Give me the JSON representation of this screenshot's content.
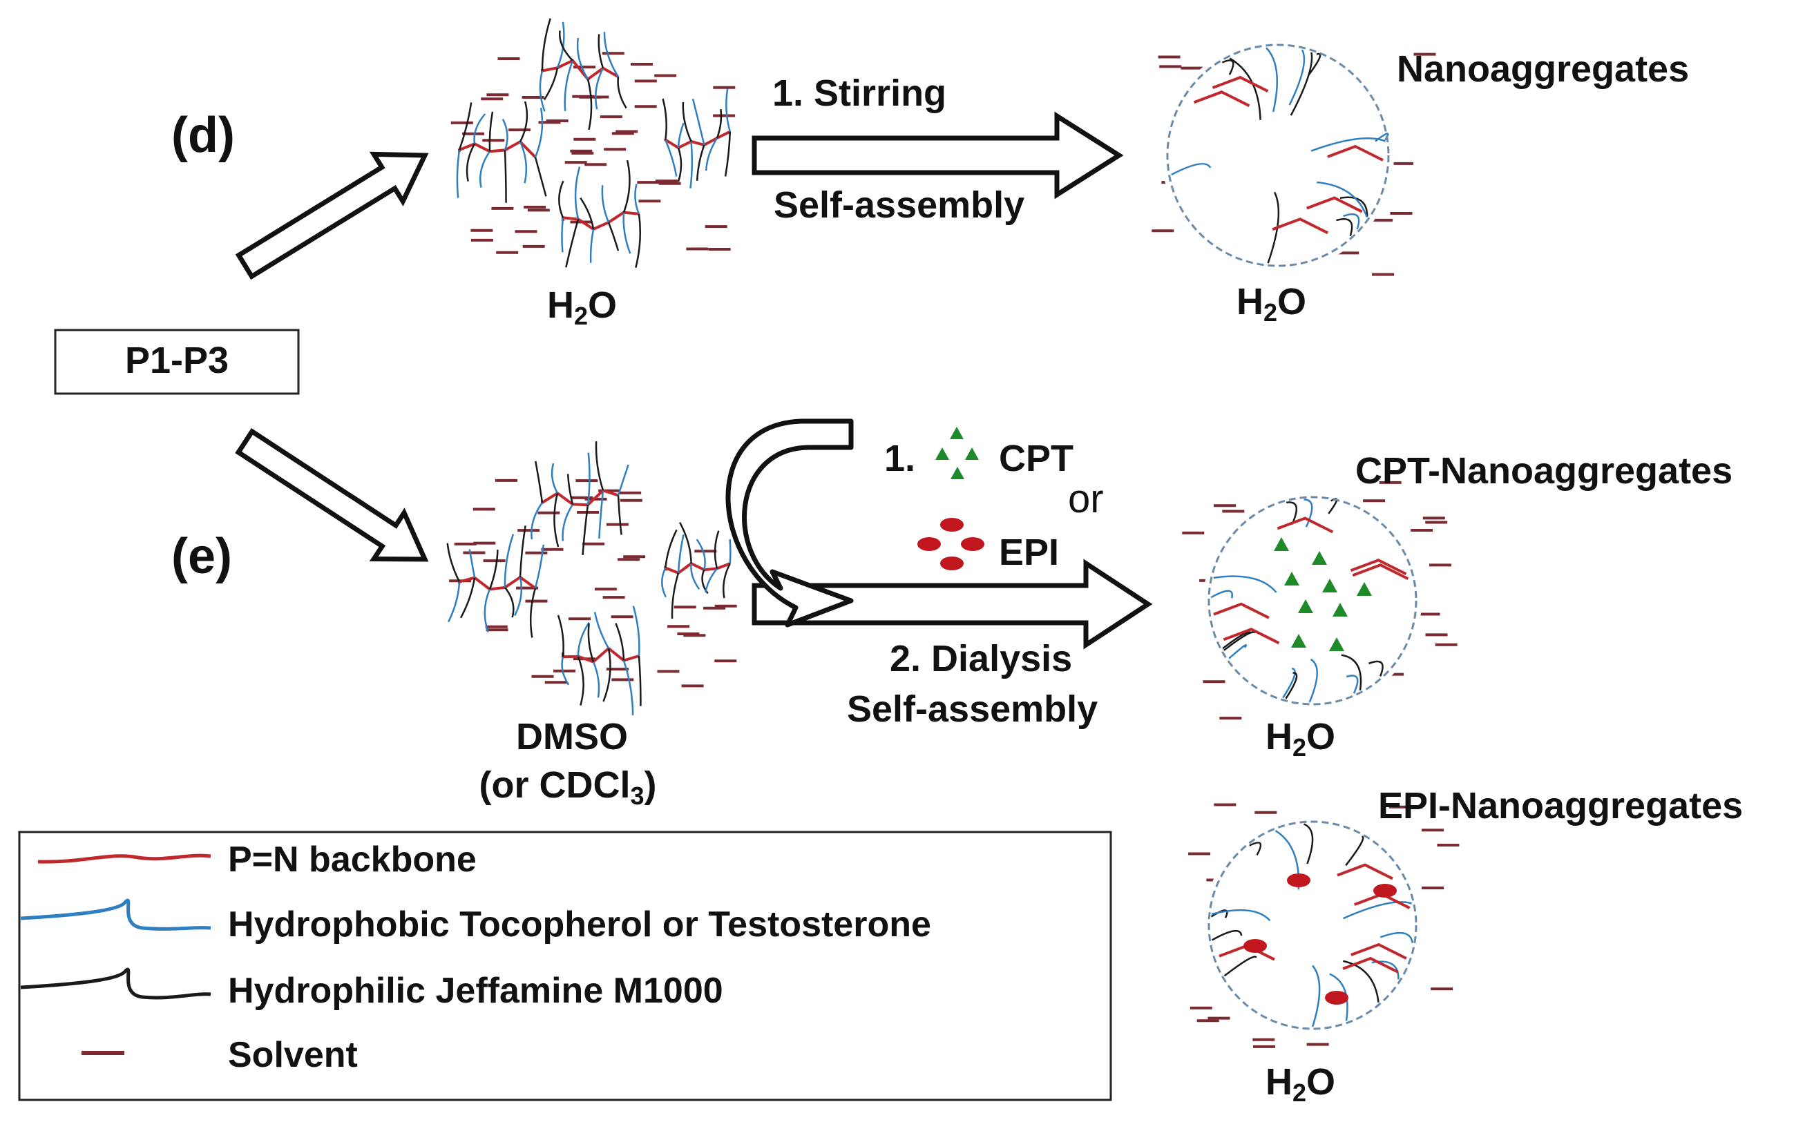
{
  "panels": {
    "d": "(d)",
    "e": "(e)"
  },
  "start_box": "P1-P3",
  "route_d": {
    "step1": "1.   Stirring",
    "step2": "Self-assembly",
    "solvent": "H",
    "solvent_sub": "2",
    "solvent_end": "O",
    "result": "Nanoaggregates",
    "result_solvent": "H",
    "result_solvent_sub": "2",
    "result_solvent_end": "O"
  },
  "route_e": {
    "step1_num": "1.",
    "drug1": "CPT",
    "or": "or",
    "drug2": "EPI",
    "step2_line1": "2. Dialysis",
    "step2_line2": "Self-assembly",
    "solvent_line1": "DMSO",
    "solvent_line2_pre": "(or CDCl",
    "solvent_line2_sub": "3",
    "solvent_line2_end": ")",
    "cpt_result": "CPT-Nanoaggregates",
    "epi_result": "EPI-Nanoaggregates",
    "cpt_solvent": "H",
    "cpt_solvent_sub": "2",
    "cpt_solvent_end": "O",
    "epi_solvent": "H",
    "epi_solvent_sub": "2",
    "epi_solvent_end": "O"
  },
  "legend": {
    "backbone": "P=N backbone",
    "hydrophobic": "Hydrophobic  Tocopherol or Testosterone",
    "hydrophilic": "Hydrophilic  Jeffamine M1000",
    "solvent": "Solvent"
  },
  "colors": {
    "backbone": "#c0282d",
    "hydrophobic": "#2f7fc0",
    "hydrophilic": "#1a1a1a",
    "solvent": "#7a2a30",
    "cpt": "#1e8a2a",
    "epi": "#c0161e",
    "boundary": "#6a8aa8"
  }
}
